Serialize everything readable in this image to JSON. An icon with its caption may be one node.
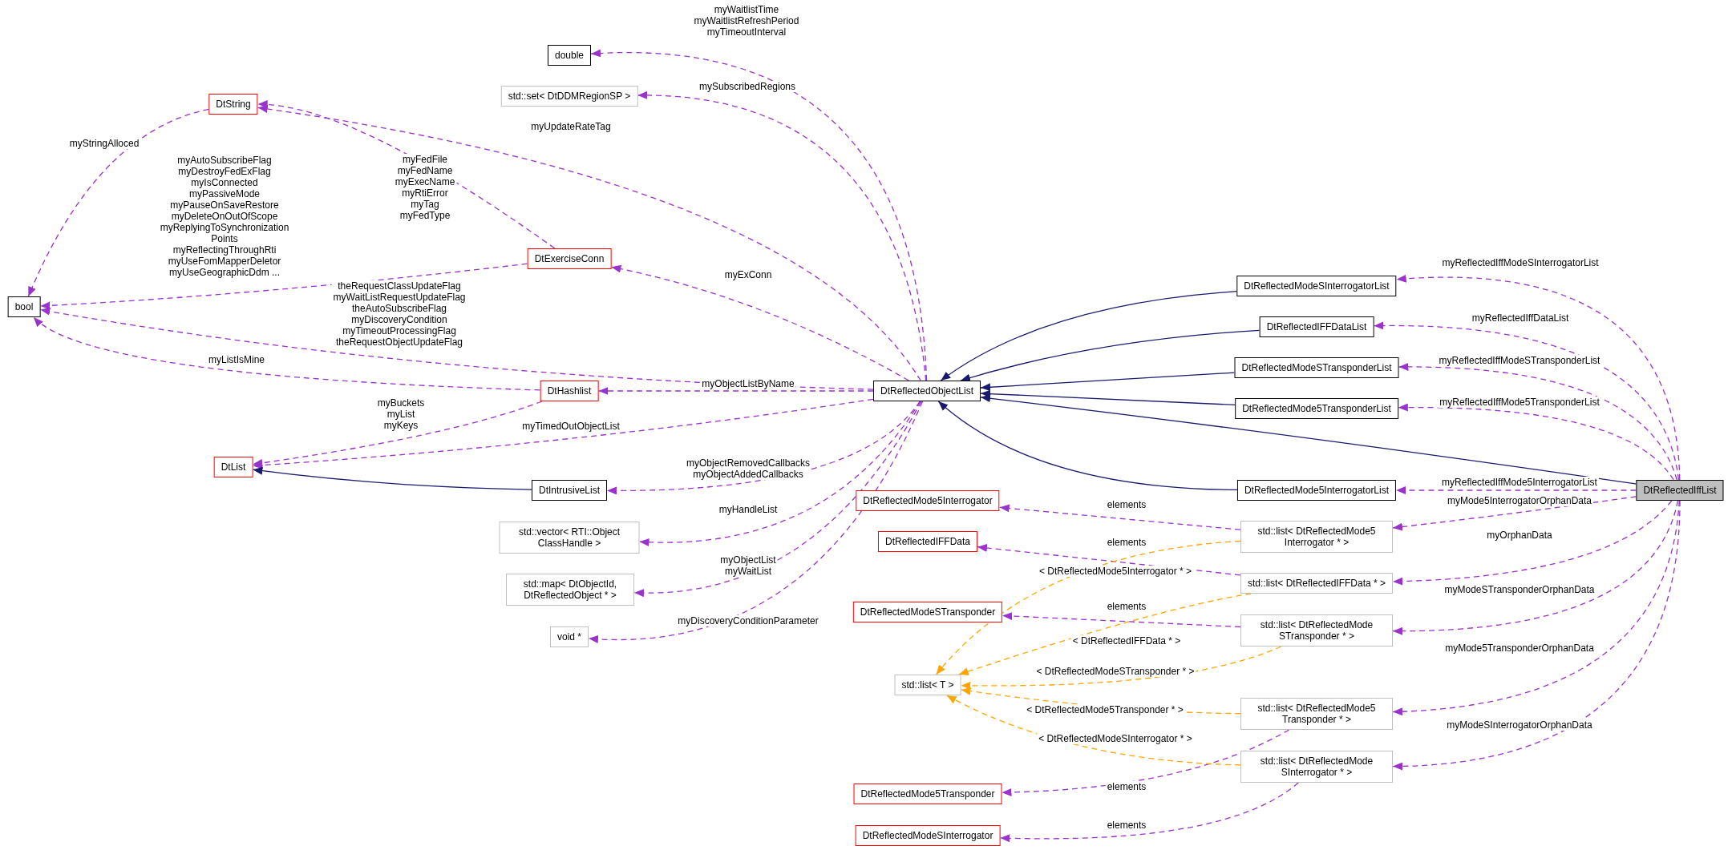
{
  "diagram": {
    "nodes": [
      {
        "text": [
          "DtReflectedIffList"
        ]
      },
      {
        "text": [
          "DtReflectedObjectList"
        ]
      },
      {
        "text": [
          "double"
        ]
      },
      {
        "text": [
          "std::set< DtDDMRegionSP >"
        ]
      },
      {
        "text": [
          "DtString"
        ]
      },
      {
        "text": [
          "DtExerciseConn"
        ]
      },
      {
        "text": [
          "bool"
        ]
      },
      {
        "text": [
          "DtHashlist"
        ]
      },
      {
        "text": [
          "DtList"
        ]
      },
      {
        "text": [
          "DtIntrusiveList"
        ]
      },
      {
        "text": [
          "std::vector< RTI::Object ClassHandle >"
        ]
      },
      {
        "text": [
          "std::map< DtObjectId, DtReflectedObject * >"
        ]
      },
      {
        "text": [
          "void *"
        ]
      },
      {
        "text": [
          "DtReflectedModeSInterrogatorList"
        ]
      },
      {
        "text": [
          "DtReflectedIFFDataList"
        ]
      },
      {
        "text": [
          "DtReflectedModeSTransponderList"
        ]
      },
      {
        "text": [
          "DtReflectedMode5TransponderList"
        ]
      },
      {
        "text": [
          "DtReflectedMode5InterrogatorList"
        ]
      },
      {
        "text": [
          "DtReflectedMode5Interrogator"
        ]
      },
      {
        "text": [
          "DtReflectedIFFData"
        ]
      },
      {
        "text": [
          "DtReflectedModeSTransponder"
        ]
      },
      {
        "text": [
          "std::list< T >"
        ]
      },
      {
        "text": [
          "DtReflectedMode5Transponder"
        ]
      },
      {
        "text": [
          "DtReflectedModeSInterrogator"
        ]
      },
      {
        "text": [
          "std::list< DtReflectedMode5 Interrogator * >"
        ]
      },
      {
        "text": [
          "std::list< DtReflectedIFFData * >"
        ]
      },
      {
        "text": [
          "std::list< DtReflectedMode STransponder * >"
        ]
      },
      {
        "text": [
          "std::list< DtReflectedMode5 Transponder * >"
        ]
      },
      {
        "text": [
          "std::list< DtReflectedMode SInterrogator * >"
        ]
      }
    ],
    "edges": [
      {
        "from": 1,
        "to": 2,
        "arrow": "to",
        "style": "dashed",
        "label": "myWaitlistTime myWaitlistRefreshPeriod myTimeoutInterval"
      },
      {
        "from": 1,
        "to": 3,
        "arrow": "to",
        "style": "dashed",
        "label": "mySubscribedRegions"
      },
      {
        "from": 1,
        "to": 4,
        "arrow": "to",
        "style": "dashed",
        "label": "myUpdateRateTag"
      },
      {
        "from": 4,
        "to": 6,
        "arrow": "to",
        "style": "dashed",
        "label": "myStringAlloced"
      },
      {
        "from": 5,
        "to": 4,
        "arrow": "to",
        "style": "dashed",
        "label": "myFedFile myFedName myExecName myRtiError myTag myFedType"
      },
      {
        "from": 5,
        "to": 6,
        "arrow": "to",
        "style": "dashed",
        "label": "myAutoSubscribeFlag myDestroyFedExFlag myIsConnected myPassiveMode myPauseOnSaveRestore myDeleteOnOutOfScope myReplyingToSynchronization Points myReflectingThroughRti myUseFomMapperDeletor myUseGeographicDdm ..."
      },
      {
        "from": 1,
        "to": 5,
        "arrow": "to",
        "style": "dashed",
        "label": "myExConn"
      },
      {
        "from": 1,
        "to": 6,
        "arrow": "to",
        "style": "dashed",
        "label": "theRequestClassUpdateFlag myWaitListRequestUpdateFlag theAutoSubscribeFlag myDiscoveryCondition myTimeoutProcessingFlag theRequestObjectUpdateFlag"
      },
      {
        "from": 7,
        "to": 6,
        "arrow": "to",
        "style": "dashed",
        "label": "myListIsMine"
      },
      {
        "from": 1,
        "to": 7,
        "arrow": "to",
        "style": "dashed",
        "label": "myObjectListByName"
      },
      {
        "from": 7,
        "to": 8,
        "arrow": "to",
        "style": "dashed",
        "label": "myBuckets myList myKeys"
      },
      {
        "from": 1,
        "to": 8,
        "arrow": "to",
        "style": "dashed",
        "label": "myTimedOutObjectList"
      },
      {
        "from": 1,
        "to": 9,
        "arrow": "to",
        "style": "dashed",
        "label": "myObjectRemovedCallbacks myObjectAddedCallbacks"
      },
      {
        "from": 1,
        "to": 10,
        "arrow": "to",
        "style": "dashed",
        "label": "myHandleList"
      },
      {
        "from": 1,
        "to": 11,
        "arrow": "to",
        "style": "dashed",
        "label": "myObjectList myWaitList"
      },
      {
        "from": 1,
        "to": 12,
        "arrow": "to",
        "style": "dashed",
        "label": "myDiscoveryConditionParameter"
      },
      {
        "from": 9,
        "to": 8,
        "arrow": "to",
        "color": "#191970"
      },
      {
        "from": 13,
        "to": 1,
        "arrow": "to",
        "color": "#191970"
      },
      {
        "from": 14,
        "to": 1,
        "arrow": "to",
        "color": "#191970"
      },
      {
        "from": 15,
        "to": 1,
        "arrow": "to",
        "color": "#191970"
      },
      {
        "from": 16,
        "to": 1,
        "arrow": "to",
        "color": "#191970"
      },
      {
        "from": 0,
        "to": 1,
        "arrow": "to",
        "color": "#191970"
      },
      {
        "from": 17,
        "to": 1,
        "arrow": "to",
        "color": "#191970"
      },
      {
        "from": 0,
        "to": 13,
        "arrow": "to",
        "style": "dashed",
        "label": "myReflectedIffModeSInterrogatorList"
      },
      {
        "from": 0,
        "to": 14,
        "arrow": "to",
        "style": "dashed",
        "label": "myReflectedIffDataList"
      },
      {
        "from": 0,
        "to": 15,
        "arrow": "to",
        "style": "dashed",
        "label": "myReflectedIffModeSTransponderList"
      },
      {
        "from": 0,
        "to": 16,
        "arrow": "to",
        "style": "dashed",
        "label": "myReflectedIffMode5TransponderList"
      },
      {
        "from": 0,
        "to": 17,
        "arrow": "to",
        "style": "dashed",
        "label": "myReflectedIffMode5InterrogatorList"
      },
      {
        "from": 0,
        "to": 24,
        "arrow": "to",
        "style": "dashed",
        "label": "myMode5InterrogatorOrphanData"
      },
      {
        "from": 0,
        "to": 25,
        "arrow": "to",
        "style": "dashed",
        "label": "myOrphanData"
      },
      {
        "from": 0,
        "to": 26,
        "arrow": "to",
        "style": "dashed",
        "label": "myModeSTransponderOrphanData"
      },
      {
        "from": 0,
        "to": 27,
        "arrow": "to",
        "style": "dashed",
        "label": "myMode5TransponderOrphanData"
      },
      {
        "from": 0,
        "to": 28,
        "arrow": "to",
        "style": "dashed",
        "label": "myModeSInterrogatorOrphanData"
      },
      {
        "from": 24,
        "to": 18,
        "arrow": "to",
        "style": "dashed",
        "label": "elements"
      },
      {
        "from": 25,
        "to": 19,
        "arrow": "to",
        "style": "dashed",
        "label": "elements"
      },
      {
        "from": 26,
        "to": 20,
        "arrow": "to",
        "style": "dashed",
        "label": "elements"
      },
      {
        "from": 27,
        "to": 22,
        "arrow": "to",
        "style": "dashed",
        "label": "elements"
      },
      {
        "from": 28,
        "to": 23,
        "arrow": "to",
        "style": "dashed",
        "label": "elements"
      },
      {
        "from": 24,
        "to": 21,
        "arrow": "to",
        "style": "dashed",
        "color": "#ffa500",
        "label": "< DtReflectedMode5Interrogator * >"
      },
      {
        "from": 25,
        "to": 21,
        "arrow": "to",
        "style": "dashed",
        "color": "#ffa500",
        "label": "< DtReflectedIFFData * >"
      },
      {
        "from": 26,
        "to": 21,
        "arrow": "to",
        "style": "dashed",
        "color": "#ffa500",
        "label": "< DtReflectedModeSTransponder * >"
      },
      {
        "from": 27,
        "to": 21,
        "arrow": "to",
        "style": "dashed",
        "color": "#ffa500",
        "label": "< DtReflectedMode5Transponder * >"
      },
      {
        "from": 28,
        "to": 21,
        "arrow": "to",
        "style": "dashed",
        "color": "#ffa500",
        "label": "< DtReflectedModeSInterrogator * >"
      }
    ]
  }
}
